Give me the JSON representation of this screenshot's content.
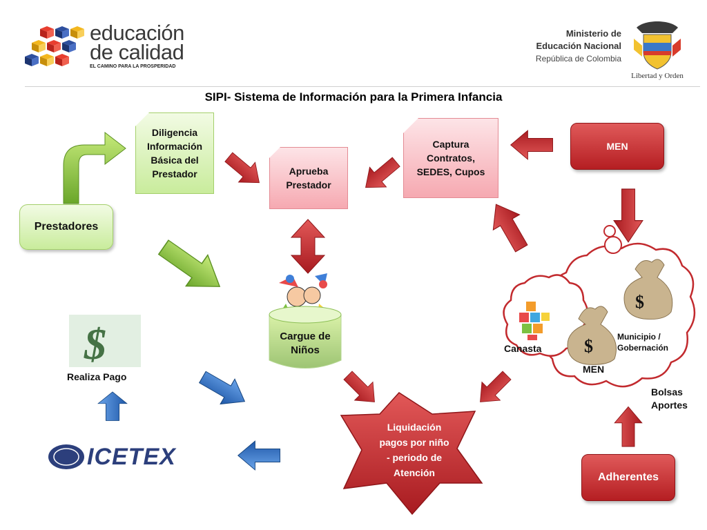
{
  "header": {
    "logo_left": {
      "line1": "educación",
      "line2": "de calidad",
      "tagline": "EL CAMINO PARA LA PROSPERIDAD"
    },
    "logo_right": {
      "line1": "Ministerio de",
      "line2": "Educación Nacional",
      "line3": "República de Colombia",
      "motto": "Libertad y Orden"
    },
    "title": "SIPI- Sistema de Información para la Primera Infancia"
  },
  "nodes": {
    "prestadores": "Prestadores",
    "diligencia": [
      "Diligencia",
      "Información",
      "Básica del",
      "Prestador"
    ],
    "aprueba": [
      "Aprueba",
      "Prestador"
    ],
    "captura": [
      "Captura",
      "Contratos,",
      "SEDES, Cupos"
    ],
    "men_top": "MEN",
    "cargue": [
      "Cargue de",
      "Niños"
    ],
    "liquidacion": [
      "Liquidación",
      "pagos por niño",
      "- periodo de",
      "Atención"
    ],
    "adherentes": "Adherentes",
    "realiza_pago": "Realiza Pago",
    "icetex": "ICETEX",
    "canasta": "Canasta",
    "men_bag": "MEN",
    "municipio": [
      "Municipio /",
      "Gobernación"
    ],
    "bolsas": [
      "Bolsas",
      "Aportes"
    ]
  },
  "colors": {
    "red": "#b51e22",
    "green": "#8cc63f",
    "blue": "#2f6fc1",
    "pink": "#f6a9b1"
  }
}
